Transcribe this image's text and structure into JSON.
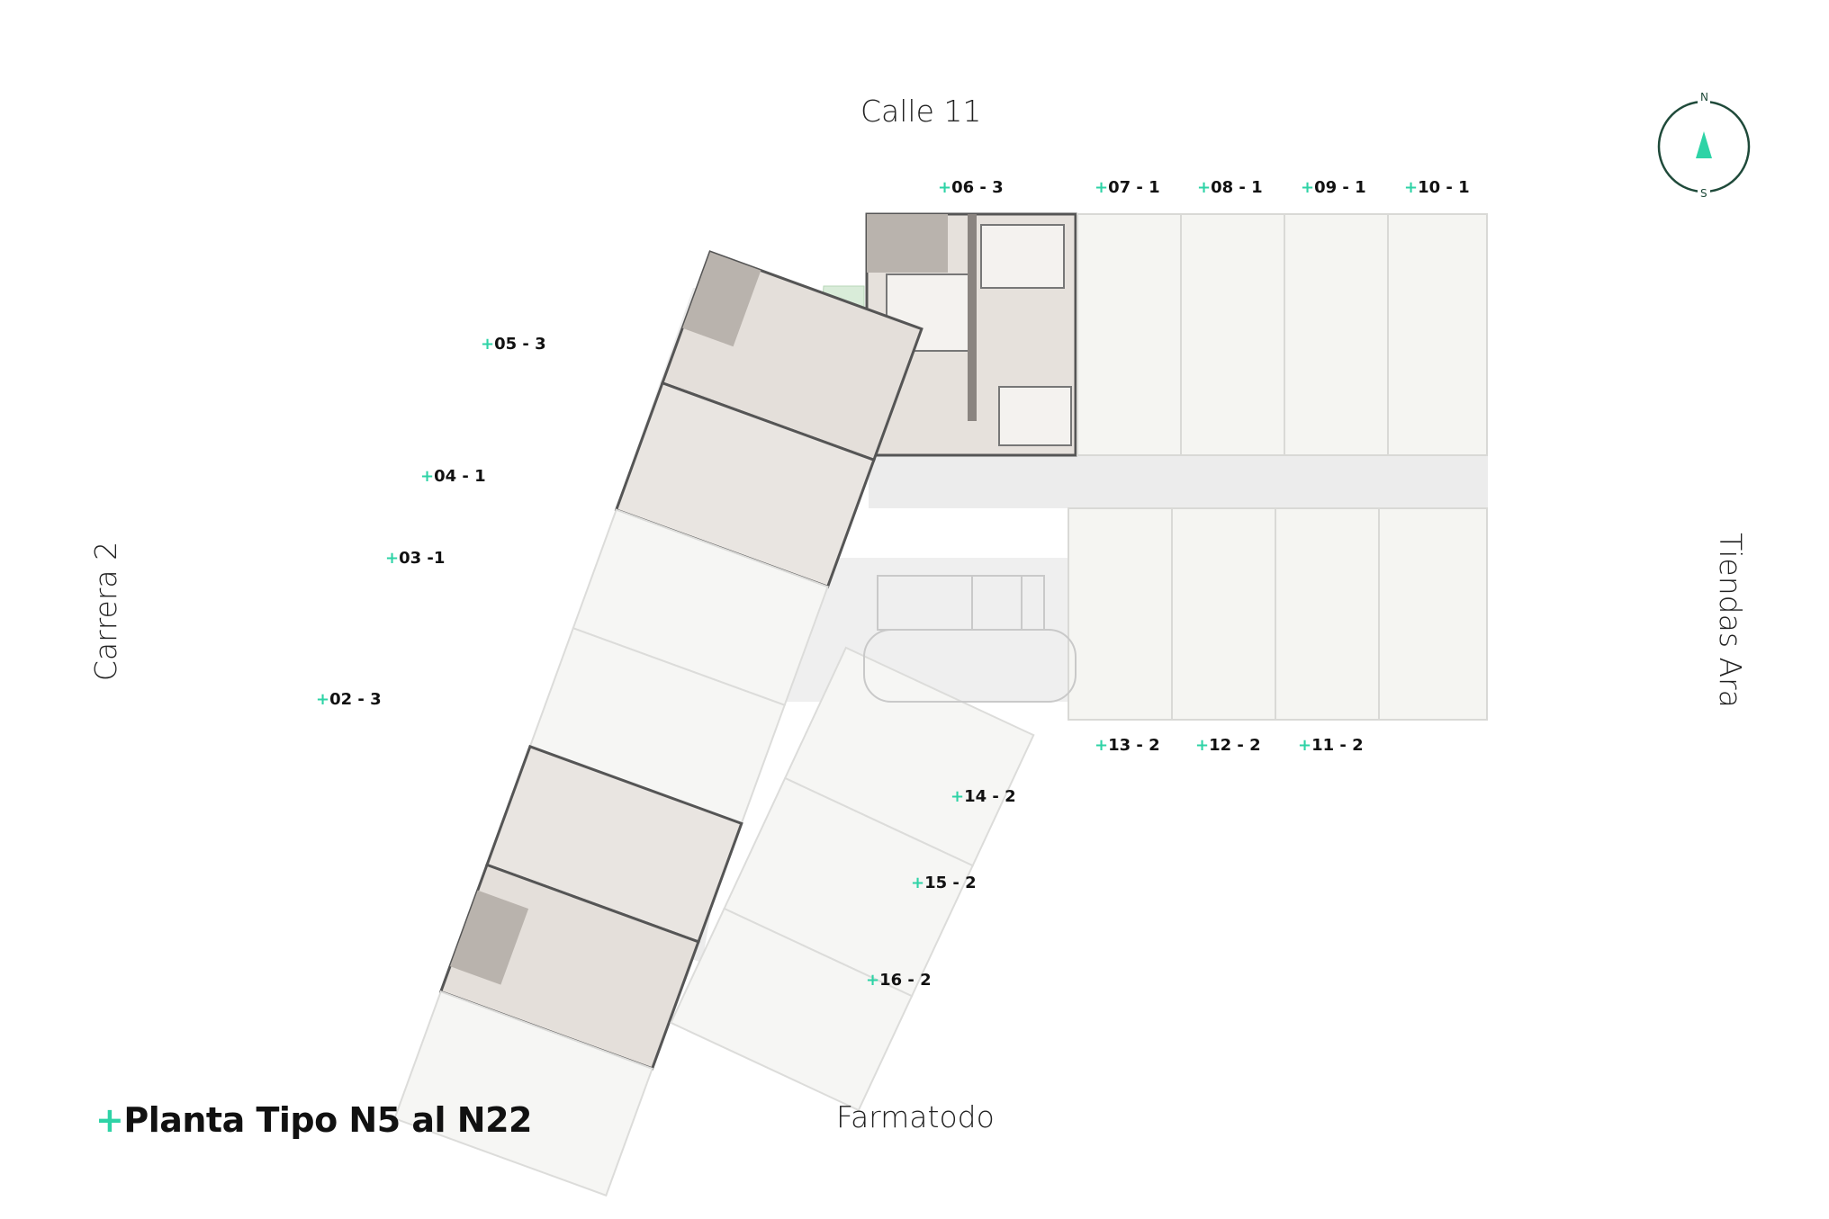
{
  "streets": {
    "north": "Calle 11",
    "south": "Farmatodo",
    "west": "Carrera 2",
    "east": "Tiendas Ara"
  },
  "compass": {
    "north": "N",
    "south": "S",
    "accent": "#2ed3a6"
  },
  "plan_title": {
    "prefix": "+",
    "text": "Planta Tipo N5 al N22"
  },
  "units": [
    {
      "prefix": "+",
      "label": "06 - 3"
    },
    {
      "prefix": "+",
      "label": "07 - 1"
    },
    {
      "prefix": "+",
      "label": "08 - 1"
    },
    {
      "prefix": "+",
      "label": "09 - 1"
    },
    {
      "prefix": "+",
      "label": "10 - 1"
    },
    {
      "prefix": "+",
      "label": "05 - 3"
    },
    {
      "prefix": "+",
      "label": "04 - 1"
    },
    {
      "prefix": "+",
      "label": "03 -1"
    },
    {
      "prefix": "+",
      "label": "02 - 3"
    },
    {
      "prefix": "+",
      "label": "13 - 2"
    },
    {
      "prefix": "+",
      "label": "12 - 2"
    },
    {
      "prefix": "+",
      "label": "11 - 2"
    },
    {
      "prefix": "+",
      "label": "14 - 2"
    },
    {
      "prefix": "+",
      "label": "15 - 2"
    },
    {
      "prefix": "+",
      "label": "16 - 2"
    }
  ]
}
